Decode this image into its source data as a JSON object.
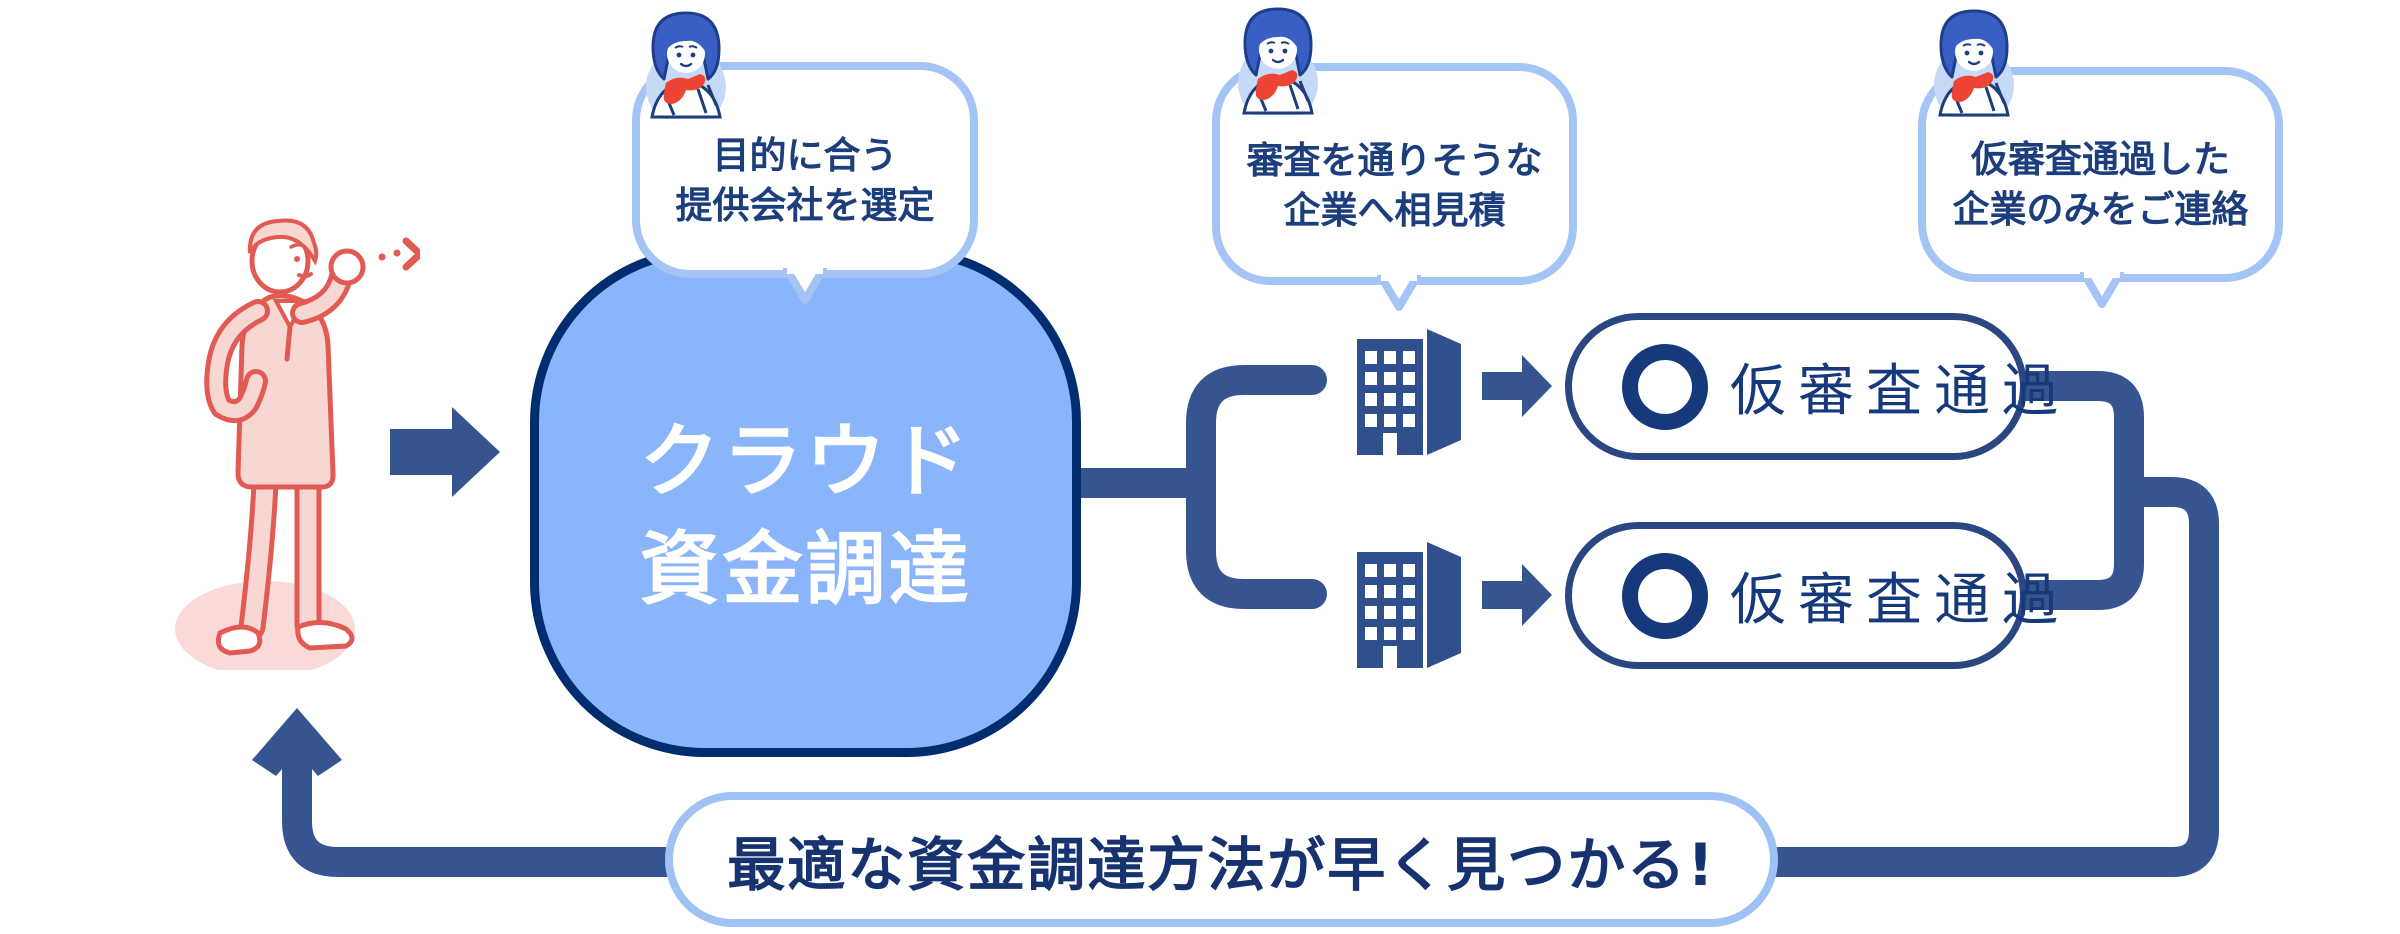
{
  "diagram": {
    "center_node": {
      "line1": "クラウド",
      "line2": "資金調達"
    },
    "bubbles": [
      {
        "line1": "目的に合う",
        "line2": "提供会社を選定"
      },
      {
        "line1": "審査を通りそうな",
        "line2": "企業へ相見積"
      },
      {
        "line1": "仮審査通過した",
        "line2": "企業のみをご連絡"
      }
    ],
    "results": [
      {
        "icon": "pass-circle",
        "label": "仮審査通過"
      },
      {
        "icon": "pass-circle",
        "label": "仮審査通過"
      }
    ],
    "banner": {
      "text": "最適な資金調達方法が早く見つかる!"
    },
    "actors": {
      "customer": "businessman-illustration",
      "agent": "female-operator-avatar",
      "companies": [
        "building-icon",
        "building-icon"
      ]
    },
    "colors": {
      "blob_fill": "#8AB5FA",
      "blob_border": "#002C70",
      "connector_blue": "#36548F",
      "navy_text": "#16397B",
      "bubble_border": "#A5C4F6",
      "bubble_text": "#1D3E7C",
      "banner_border": "#9FC2F4",
      "person_red": "#E25A54",
      "person_fill": "#F8D6D2",
      "scarf_red": "#EE4433",
      "building_navy": "#2F4F8D"
    }
  }
}
